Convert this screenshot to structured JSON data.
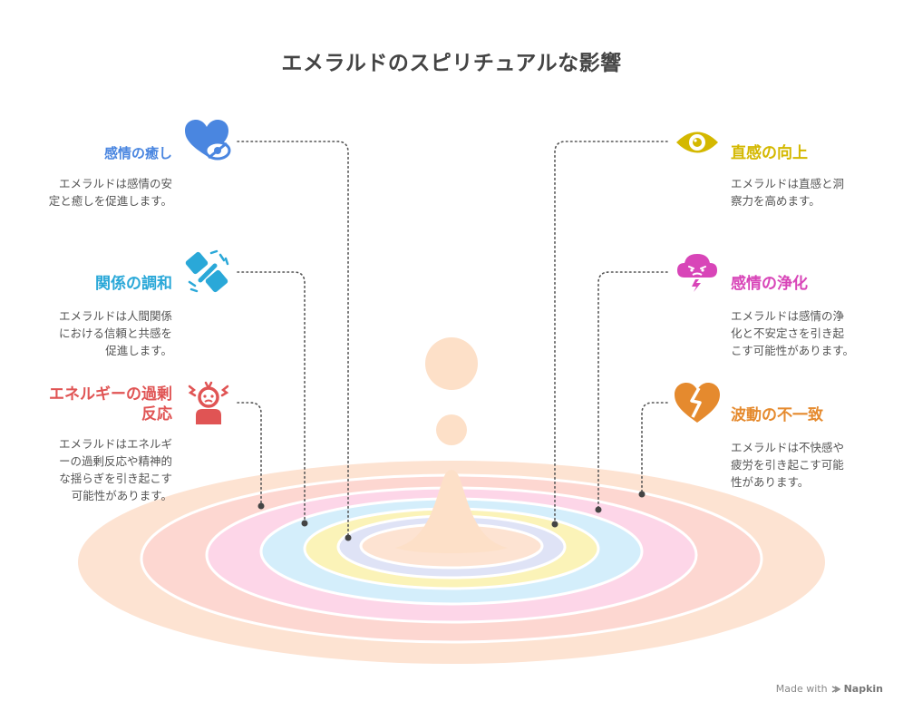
{
  "title": "エメラルドのスピリチュアルな影響",
  "items": [
    {
      "title": "感情の癒し",
      "desc1": "エメラルドは感情の安",
      "desc2": "定と癒しを促進します。",
      "color": "#4a86e0",
      "icon": "heart-eye-icon"
    },
    {
      "title": "関係の調和",
      "desc1": "エメラルドは人間関係",
      "desc2": "における信頼と共感を",
      "desc3": "促進します。",
      "color": "#2aa8d8",
      "icon": "handshake-icon"
    },
    {
      "title1": "エネルギーの過剰",
      "title2": "反応",
      "desc1": "エメラルドはエネルギ",
      "desc2": "ーの過剰反応や精神的",
      "desc3": "な揺らぎを引き起こす",
      "desc4": "可能性があります。",
      "color": "#e05454",
      "icon": "stressed-person-icon"
    },
    {
      "title": "直感の向上",
      "desc1": "エメラルドは直感と洞",
      "desc2": "察力を高めます。",
      "color": "#d4b800",
      "icon": "eye-icon"
    },
    {
      "title": "感情の浄化",
      "desc1": "エメラルドは感情の浄",
      "desc2": "化と不安定さを引き起",
      "desc3": "こす可能性があります。",
      "color": "#d845b8",
      "icon": "storm-cloud-icon"
    },
    {
      "title": "波動の不一致",
      "desc1": "エメラルドは不快感や",
      "desc2": "疲労を引き起こす可能",
      "desc3": "性があります。",
      "color": "#e58a2e",
      "icon": "broken-heart-icon"
    }
  ],
  "footer": {
    "made_with": "Made with",
    "brand": "Napkin"
  },
  "colors": {
    "ring_outer": "#fde3d2",
    "ring_pink": "#fdd6e8",
    "ring_blue": "#d4eefb",
    "ring_yellow": "#fbf3b8",
    "ring_lavender": "#dfe3f6",
    "drop": "#fde0c8"
  }
}
